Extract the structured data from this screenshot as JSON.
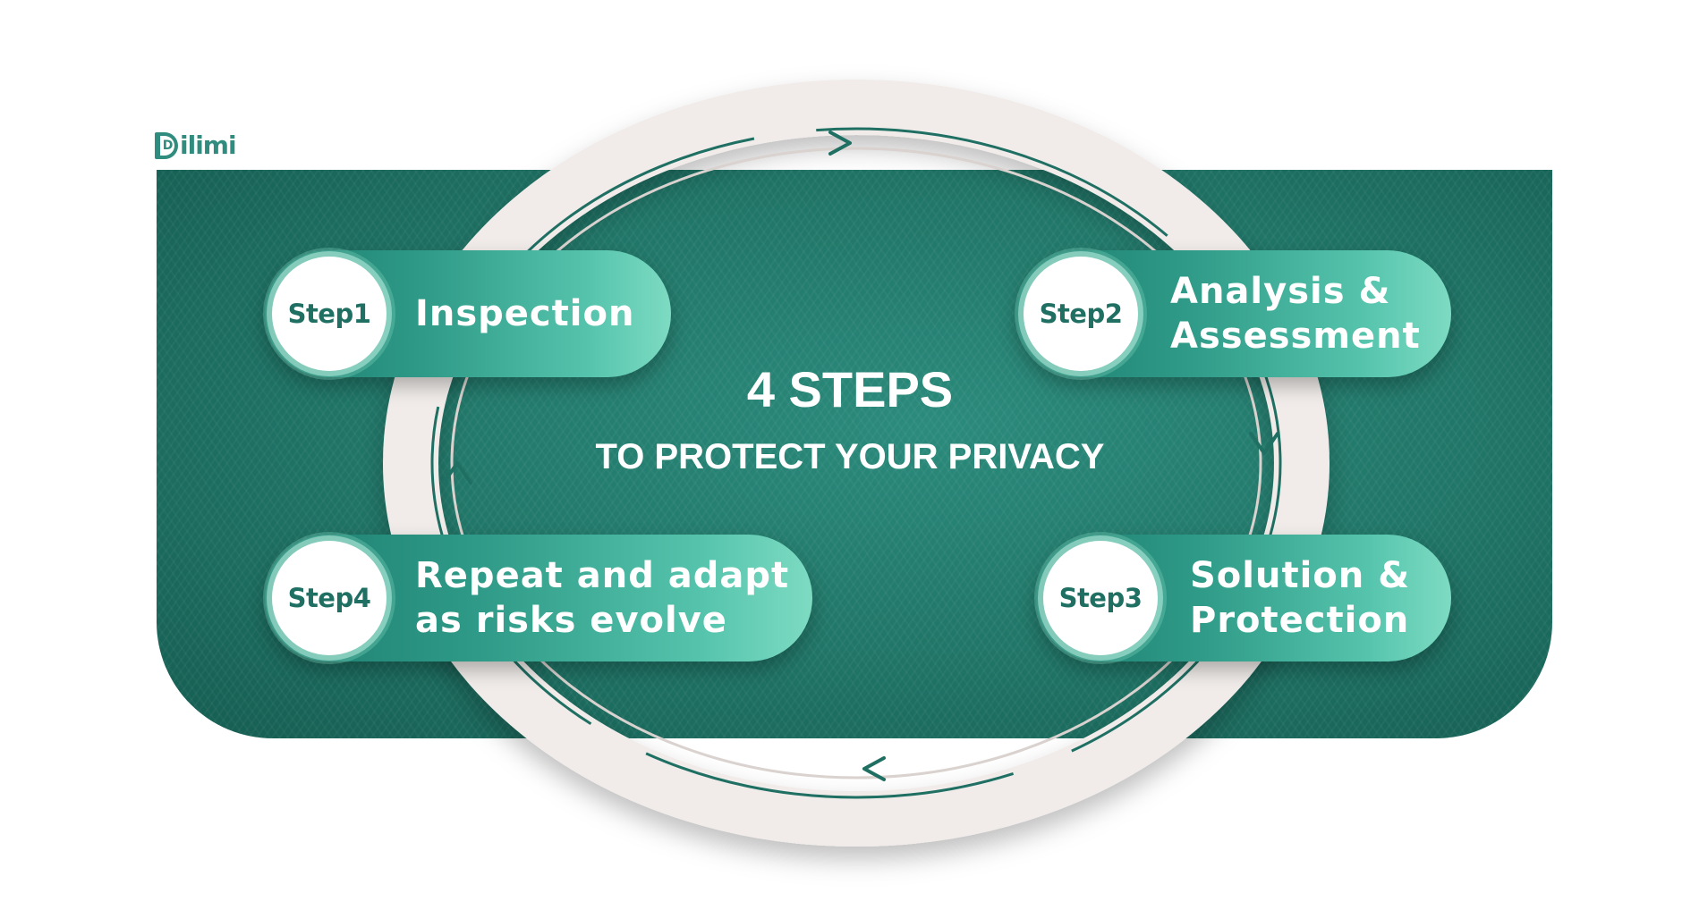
{
  "logo": {
    "text": "ilimi",
    "mark": "D"
  },
  "title": {
    "main": "4 STEPS",
    "sub": "TO PROTECT YOUR PRIVACY"
  },
  "steps": [
    {
      "badge": "Step1",
      "line1": "Inspection",
      "line2": ""
    },
    {
      "badge": "Step2",
      "line1": "Analysis &",
      "line2": "Assessment"
    },
    {
      "badge": "Step3",
      "line1": "Solution &",
      "line2": "Protection"
    },
    {
      "badge": "Step4",
      "line1": "Repeat and adapt",
      "line2": "as risks evolve"
    }
  ],
  "colors": {
    "panel": "#1f7466",
    "ring": "#efe9e6",
    "arrow": "#1f6f63",
    "badge_text": "#1f6f63",
    "pill_light": "#7ddbc2"
  },
  "icons": [
    "cycle-arrow-icon"
  ]
}
